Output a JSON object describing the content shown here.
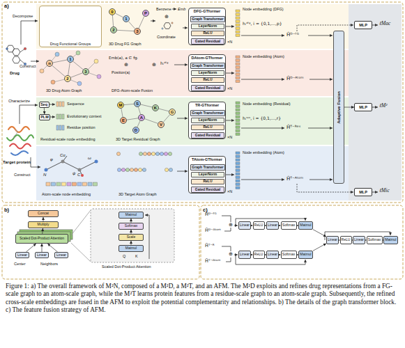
{
  "diagram": {
    "caption": "Figure 1: a) The overall framework of M²N, composed of a M²D, a M²T, and an AFM. The M²D exploits and refines drug representations from a FG-scale graph to an atom-scale graph, while the M²T learns protein features from a residue-scale graph to an atom-scale graph. Subsequently, the refined cross-scale embeddings are fused in the AFM to exploit the potential complementarity and relationships. b) The details of the graph transformer block. c) The feature fusion strategy of AFM.",
    "nodes": [
      {
        "text": [
          "Drug Functional Groups"
        ]
      },
      {
        "text": [
          "0"
        ]
      },
      {
        "text": [
          "1"
        ]
      },
      {
        "text": [
          "2"
        ]
      },
      {
        "text": [
          "3"
        ]
      },
      {
        "text": [
          "P"
        ]
      },
      {
        "text": [
          "DFG-GTformer"
        ]
      },
      {
        "text": [
          "Graph Transformer"
        ],
        "in": 6
      },
      {
        "text": [
          "LayerNorm"
        ],
        "in": 6
      },
      {
        "text": [
          "ReLU"
        ],
        "in": 6
      },
      {
        "text": [
          "Gated Residual"
        ],
        "in": 6
      },
      {
        "text": [
          "n"
        ]
      },
      {
        "text": [
          "1"
        ]
      },
      {
        "text": [
          "3"
        ]
      },
      {
        "text": [
          "2"
        ]
      },
      {
        "text": [
          "DAtom-GTformer"
        ]
      },
      {
        "text": [
          "Graph Transformer"
        ],
        "in": 15
      },
      {
        "text": [
          "LayerNorm"
        ],
        "in": 15
      },
      {
        "text": [
          "ReLU"
        ],
        "in": 15
      },
      {
        "text": [
          "Gated Residual"
        ],
        "in": 15
      },
      {
        "text": [
          "Seq"
        ]
      },
      {
        "text": [
          "PLM"
        ]
      },
      {
        "text": [
          "M"
        ]
      },
      {
        "text": [
          "S"
        ]
      },
      {
        "text": [
          "K"
        ]
      },
      {
        "text": [
          "E"
        ]
      },
      {
        "text": [
          "A"
        ]
      },
      {
        "text": [
          "V"
        ]
      },
      {
        "text": [
          "D"
        ]
      },
      {
        "text": [
          "G"
        ]
      },
      {
        "text": [
          "TR-GTformer"
        ]
      },
      {
        "text": [
          "Graph Transformer"
        ],
        "in": 30
      },
      {
        "text": [
          "LayerNorm"
        ],
        "in": 30
      },
      {
        "text": [
          "ReLU"
        ],
        "in": 30
      },
      {
        "text": [
          "Gated Residual"
        ],
        "in": 30
      },
      {
        "text": [
          "TAtom-GTformer"
        ]
      },
      {
        "text": [
          "Graph Transformer"
        ],
        "in": 35
      },
      {
        "text": [
          "LayerNorm"
        ],
        "in": 35
      },
      {
        "text": [
          "ReLU"
        ],
        "in": 35
      },
      {
        "text": [
          "Gated Residual"
        ],
        "in": 35
      },
      {
        "text": [
          "Adaptive Fusion"
        ]
      },
      {
        "text": [
          "MLP"
        ]
      },
      {
        "text": [
          "MLP"
        ]
      },
      {
        "text": [
          "MLP"
        ]
      },
      {
        "text": [
          "Concat"
        ]
      },
      {
        "text": [
          "Multiply"
        ]
      },
      {
        "text": [
          "Scaled Dot-Product Attention"
        ]
      },
      {
        "text": [
          "Linear"
        ]
      },
      {
        "text": [
          "Linear"
        ]
      },
      {
        "text": [
          "Linear"
        ]
      },
      {
        "text": [
          "Matmul"
        ]
      },
      {
        "text": [
          "Softmax"
        ]
      },
      {
        "text": [
          "Scale"
        ]
      },
      {
        "text": [
          "Matmul"
        ]
      },
      {
        "text": [
          "Linear"
        ]
      },
      {
        "text": [
          "ReLU"
        ]
      },
      {
        "text": [
          "Linear"
        ]
      },
      {
        "text": [
          "Softmax"
        ]
      },
      {
        "text": [
          "Matmul"
        ]
      },
      {
        "text": [
          "Linear"
        ]
      },
      {
        "text": [
          "ReLU"
        ]
      },
      {
        "text": [
          "Linear"
        ]
      },
      {
        "text": [
          "Softmax"
        ]
      },
      {
        "text": [
          "Matmul"
        ]
      },
      {
        "text": [
          "Linear"
        ]
      },
      {
        "text": [
          "ReLU"
        ]
      },
      {
        "text": [
          "Linear"
        ]
      },
      {
        "text": [
          "Softmax"
        ]
      },
      {
        "text": [
          "Matmul"
        ]
      }
    ],
    "edges": [
      {
        "from": 1,
        "to": 2,
        "arrow": "none"
      },
      {
        "from": 1,
        "to": 3,
        "arrow": "none"
      },
      {
        "from": 2,
        "to": 4,
        "arrow": "none"
      },
      {
        "from": 3,
        "to": 4,
        "arrow": "none"
      },
      {
        "from": 4,
        "to": 5,
        "arrow": "none"
      },
      {
        "from": 11,
        "to": 12,
        "arrow": "none"
      },
      {
        "from": 12,
        "to": 13,
        "arrow": "none"
      },
      {
        "from": 13,
        "to": 14,
        "arrow": "none"
      },
      {
        "from": 12,
        "to": 14,
        "arrow": "none"
      },
      {
        "from": 11,
        "to": 14,
        "arrow": "none"
      },
      {
        "from": 20,
        "to": 21,
        "arrow": "to"
      },
      {
        "from": 22,
        "to": 23,
        "arrow": "none"
      },
      {
        "from": 23,
        "to": 24,
        "arrow": "none"
      },
      {
        "from": 24,
        "to": 29,
        "arrow": "none"
      },
      {
        "from": 22,
        "to": 25,
        "arrow": "none"
      },
      {
        "from": 25,
        "to": 26,
        "arrow": "none"
      },
      {
        "from": 26,
        "to": 27,
        "arrow": "none"
      },
      {
        "from": 26,
        "to": 28,
        "arrow": "none"
      },
      {
        "from": 23,
        "to": 26,
        "arrow": "none"
      },
      {
        "from": 27,
        "to": 29,
        "arrow": "none"
      },
      {
        "from": 40,
        "to": 42,
        "arrow": "to"
      },
      {
        "from": 47,
        "to": 46,
        "arrow": "to"
      },
      {
        "from": 48,
        "to": 46,
        "arrow": "to"
      },
      {
        "from": 49,
        "to": 46,
        "arrow": "to"
      },
      {
        "from": 46,
        "to": 45,
        "arrow": "to"
      },
      {
        "from": 45,
        "to": 44,
        "arrow": "to"
      },
      {
        "from": 53,
        "to": 52,
        "arrow": "to"
      },
      {
        "from": 52,
        "to": 51,
        "arrow": "to"
      },
      {
        "from": 51,
        "to": 50,
        "arrow": "to"
      },
      {
        "from": 54,
        "to": 55,
        "arrow": "to"
      },
      {
        "from": 55,
        "to": 56,
        "arrow": "to"
      },
      {
        "from": 56,
        "to": 57,
        "arrow": "to"
      },
      {
        "from": 57,
        "to": 58,
        "arrow": "to"
      },
      {
        "from": 59,
        "to": 60,
        "arrow": "to"
      },
      {
        "from": 60,
        "to": 61,
        "arrow": "to"
      },
      {
        "from": 61,
        "to": 62,
        "arrow": "to"
      },
      {
        "from": 62,
        "to": 63,
        "arrow": "to"
      },
      {
        "from": 58,
        "to": 64,
        "arrow": "to"
      },
      {
        "from": 63,
        "to": 64,
        "arrow": "to"
      },
      {
        "from": 64,
        "to": 65,
        "arrow": "to"
      },
      {
        "from": 65,
        "to": 66,
        "arrow": "to"
      },
      {
        "from": 66,
        "to": 67,
        "arrow": "to"
      },
      {
        "from": 67,
        "to": 68,
        "arrow": "to"
      }
    ],
    "labels": [
      "a)",
      "Decompose",
      "Drug",
      "Construct",
      "Pyridine",
      "Benzene",
      "Morpholine",
      "Pyrimidin",
      "3D Drug FG Graph",
      "Benzene",
      "Emb",
      "⊕",
      "Coordinate",
      "×N",
      "Node embedding (DFG)",
      "hᵢᵈᶠᵍ, i = {0,1,…,p}",
      "H̃ᴰ⁻ᶠᴳ",
      "3D Drug Atom Graph",
      "Emb(a), a ∈ fgᵢ",
      "⊕",
      "Position(a)",
      "⊕",
      "hᵢᵈᶠᵍ",
      "DFG-Atom-scale Fusion",
      "×N",
      "Node embedding (Atom)",
      "H̃ᴰ⁻ᴬᵗᵒᵐ",
      "Characterize",
      "Sequence",
      "Evolutionary context",
      "Residue position",
      "Residual-scale node embedding",
      "3D Target Residual Graph",
      "×N",
      "Node embedding (Residual)",
      "hᵢʳᵉˢ, i = {0,1,…,r}",
      "H̃ᵀ⁻ᴿᵉˢ",
      "Target protein",
      "Construct",
      "N",
      "Cα",
      "C",
      "φ",
      "ψ",
      "ω",
      "Atom-scale node embedding",
      "3D Target Atom Graph",
      "×N",
      "Node embedding (Atom)",
      "H̃ᵀ⁻ᴬᵗᵒᵐ",
      "ℓMac",
      "ℓM²",
      "ℓMic",
      "b)",
      "Center",
      "Neighbors",
      "Q",
      "K",
      "Scaled Dot-Product Attention",
      "c)",
      "H̃ᴰ⁻ᶠᴳ",
      "H̃ᴰ⁻ᴬᵗᵒᵐ",
      "H̃ᵀ⁻ᴿ",
      "H̃ᵀ⁻ᴬᵗᵒᵐ",
      "⊕",
      "⊕"
    ]
  }
}
